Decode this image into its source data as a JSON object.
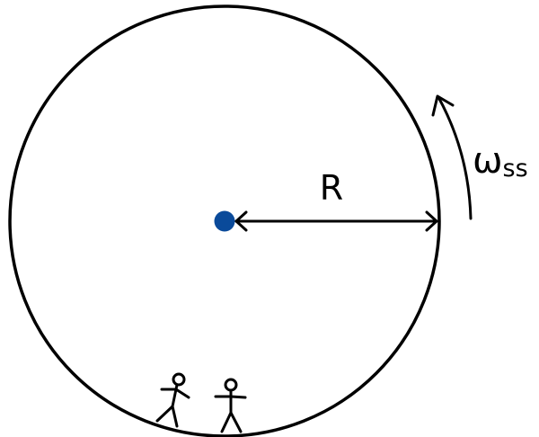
{
  "labels": {
    "radius": "R",
    "angular_velocity_symbol": "ω",
    "angular_velocity_subscript": "ss"
  },
  "colors": {
    "stroke": "#000000",
    "center_dot": "#0a4a9a",
    "background": "#ffffff"
  },
  "icons": {
    "people": [
      "stick-figure-walking-icon",
      "stick-figure-standing-icon"
    ],
    "rotation": "curved-arrow-counterclockwise-icon"
  }
}
